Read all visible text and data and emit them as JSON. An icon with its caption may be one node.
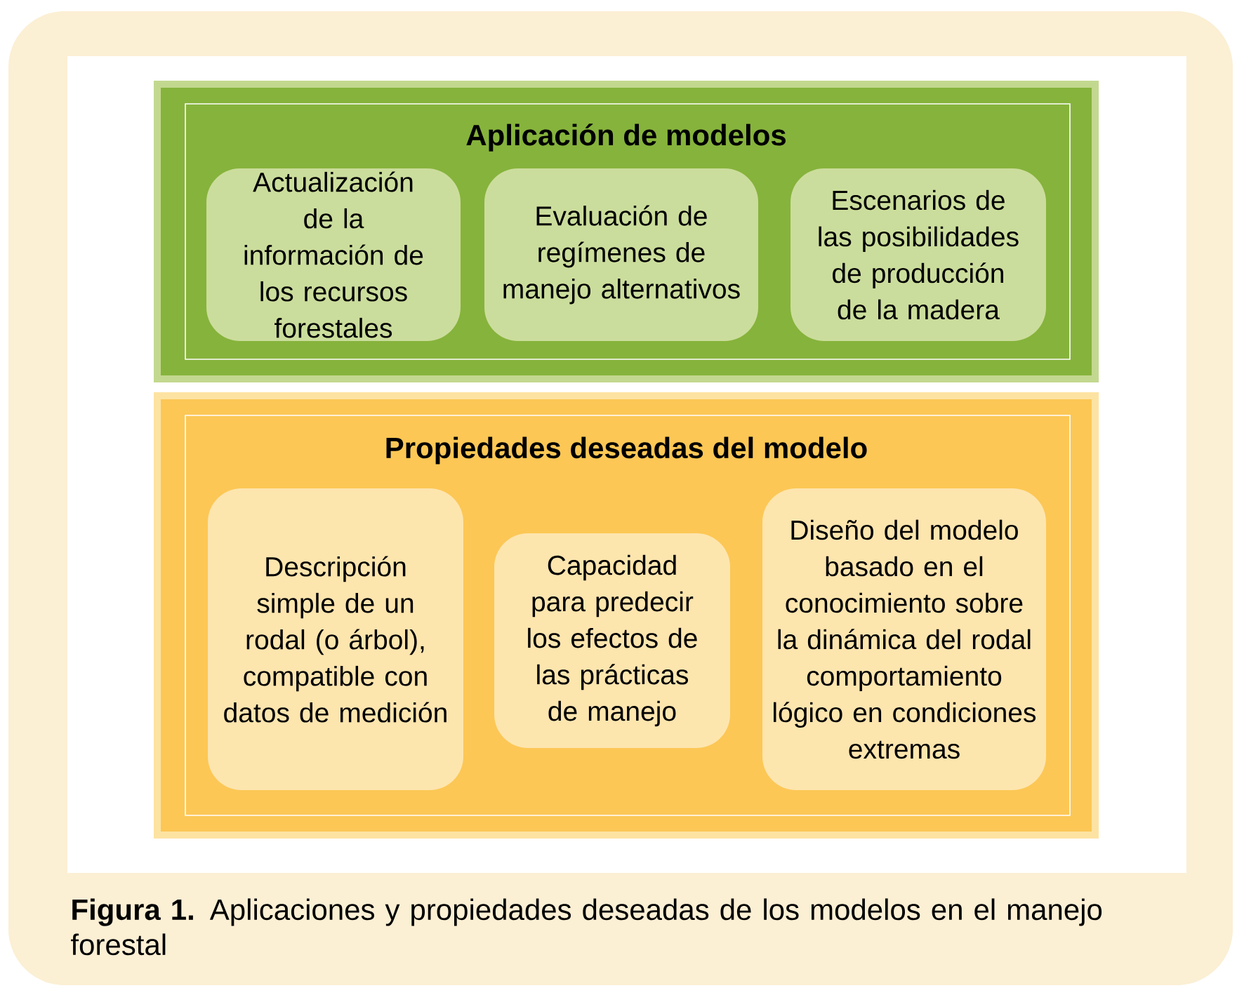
{
  "diagram": {
    "caption": "**Figura 1.** Aplicaciones y propiedades deseadas de los modelos en el manejo forestal",
    "nodes": [
      {
        "text": [
          "Aplicación de modelos"
        ]
      },
      {
        "text": [
          "Actualización de la información de los recursos forestales"
        ],
        "in": 0
      },
      {
        "text": [
          "Evaluación de regímenes de manejo alternativos"
        ],
        "in": 0
      },
      {
        "text": [
          "Escenarios de las posibilidades de producción de la madera"
        ],
        "in": 0
      },
      {
        "text": [
          "Propiedades deseadas del modelo"
        ]
      },
      {
        "text": [
          "Descripción simple de un rodal (o árbol), compatible con datos de medición"
        ],
        "in": 4
      },
      {
        "text": [
          "Capacidad para predecir los efectos de las prácticas de manejo"
        ],
        "in": 4
      },
      {
        "text": [
          "Diseño del modelo basado en el conocimiento sobre la dinámica del rodal comportamiento lógico en condiciones extremas"
        ],
        "in": 4
      }
    ]
  }
}
